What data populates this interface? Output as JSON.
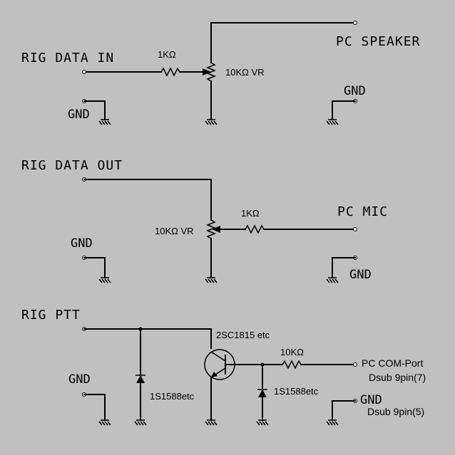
{
  "section1": {
    "in_label": "RIG DATA IN",
    "out_label": "PC SPEAKER",
    "resistor_label": "1KΩ",
    "vr_label": "10KΩ VR",
    "gnd_left": "GND",
    "gnd_right": "GND"
  },
  "section2": {
    "in_label": "RIG DATA OUT",
    "out_label": "PC MIC",
    "resistor_label": "1KΩ",
    "vr_label": "10KΩ VR",
    "gnd_left": "GND",
    "gnd_right": "GND"
  },
  "section3": {
    "in_label": "RIG PTT",
    "transistor_label": "2SC1815 etc",
    "resistor_label": "10KΩ",
    "diode1_label": "1S1588etc",
    "diode2_label": "1S1588etc",
    "com_port_label": "PC COM-Port",
    "dsub7_label": "Dsub 9pin(7)",
    "gnd_left": "GND",
    "gnd_right": "GND",
    "dsub5_label": "Dsub 9pin(5)"
  }
}
